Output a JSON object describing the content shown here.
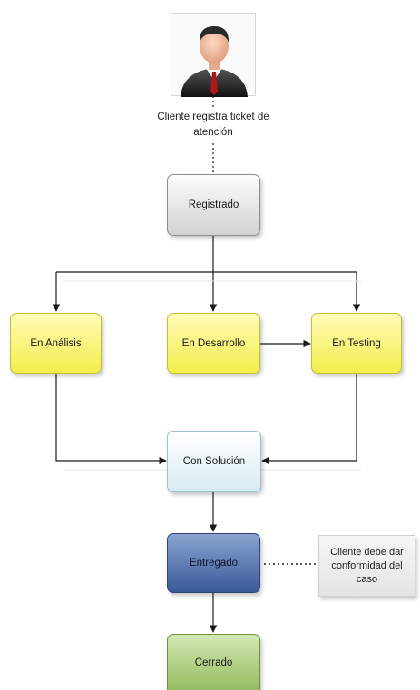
{
  "actor": {
    "icon": "businessman-avatar-icon",
    "caption": "Cliente registra ticket de atención"
  },
  "states": {
    "registrado": "Registrado",
    "en_analisis": "En Análisis",
    "en_desarrollo": "En Desarrollo",
    "en_testing": "En Testing",
    "con_solucion": "Con Solución",
    "entregado": "Entregado",
    "cerrado": "Cerrado"
  },
  "note": "Cliente debe dar conformidad del caso",
  "colors": {
    "gray": "#d8d8d8",
    "yellow": "#f7f26a",
    "light_blue": "#e6f2f6",
    "blue": "#3f5f9c",
    "green": "#9ec26d",
    "line": "#1a1a1a"
  }
}
